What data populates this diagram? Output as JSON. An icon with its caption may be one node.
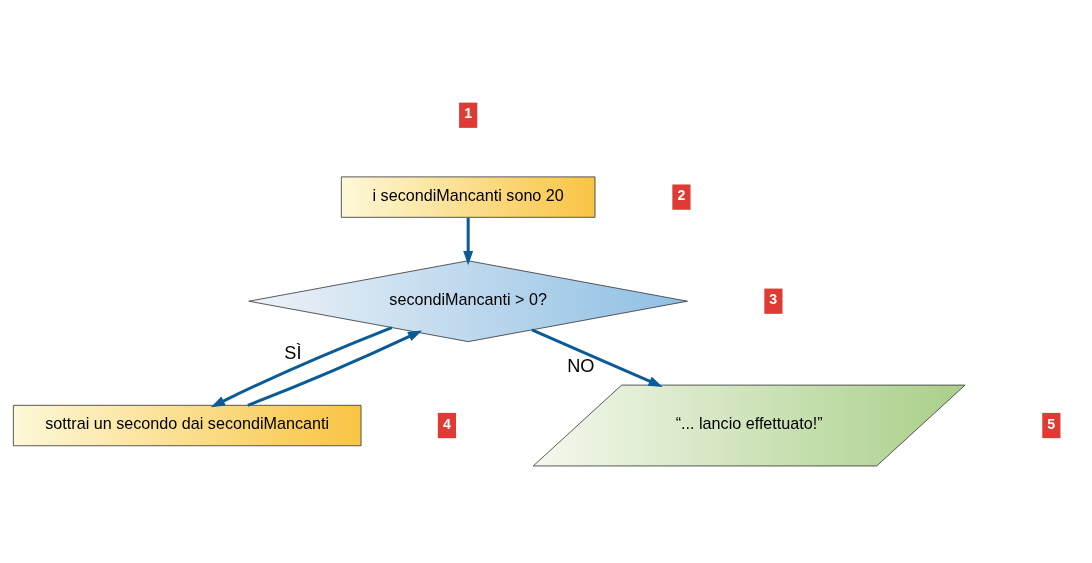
{
  "diagram": {
    "nodes": [
      {
        "text": [
          "i secondiMancanti sono 20"
        ]
      },
      {
        "text": [
          "secondiMancanti > 0?"
        ]
      },
      {
        "text": [
          "sottrai un secondo dai secondiMancanti"
        ]
      },
      {
        "text": [
          "“... lancio effettuato!”"
        ]
      }
    ],
    "edges": [
      {
        "from": 0,
        "to": 1,
        "arrow": "to"
      },
      {
        "from": 1,
        "to": 2,
        "arrow": "to",
        "label": "SÌ"
      },
      {
        "from": 1,
        "to": 3,
        "arrow": "to",
        "label": "NO"
      },
      {
        "from": 2,
        "to": 1,
        "arrow": "to"
      }
    ],
    "labels": [
      "1",
      "2",
      "3",
      "4",
      "5"
    ]
  }
}
